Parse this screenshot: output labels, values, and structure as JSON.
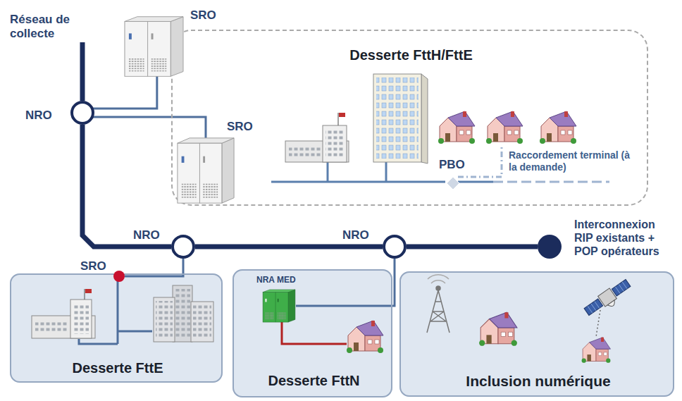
{
  "diagram": {
    "nodes": [
      {
        "text": [
          "Desserte FttH/FttE"
        ]
      },
      {
        "text": [
          "SRO"
        ]
      },
      {
        "text": [
          "SRO"
        ],
        "in": 0
      },
      {
        "text": [
          "PBO"
        ],
        "in": 0
      },
      {
        "text": [
          "NRO"
        ]
      },
      {
        "text": [
          "NRO"
        ]
      },
      {
        "text": [
          "NRO"
        ]
      },
      {
        "text": [
          "Interconnexion RIP existants + POP opérateurs"
        ]
      },
      {
        "text": [
          "Desserte FttE"
        ]
      },
      {
        "text": [
          "SRO"
        ],
        "in": 8
      },
      {
        "text": [
          "Desserte FttN"
        ]
      },
      {
        "text": [
          "NRA MED"
        ],
        "in": 10
      },
      {
        "text": [
          "Inclusion numérique"
        ]
      }
    ],
    "edges": [
      {
        "from": 4,
        "to": 1,
        "arrow": "none"
      },
      {
        "from": 4,
        "to": 2,
        "arrow": "none"
      },
      {
        "from": 4,
        "to": 5,
        "arrow": "none"
      },
      {
        "from": 5,
        "to": 6,
        "arrow": "none"
      },
      {
        "from": 6,
        "to": 7,
        "arrow": "none"
      },
      {
        "from": 5,
        "to": 9,
        "arrow": "none"
      },
      {
        "from": 6,
        "to": 11,
        "arrow": "none"
      }
    ],
    "labels": [
      "Réseau de collecte",
      "Raccordement terminal (à la demande)"
    ]
  }
}
